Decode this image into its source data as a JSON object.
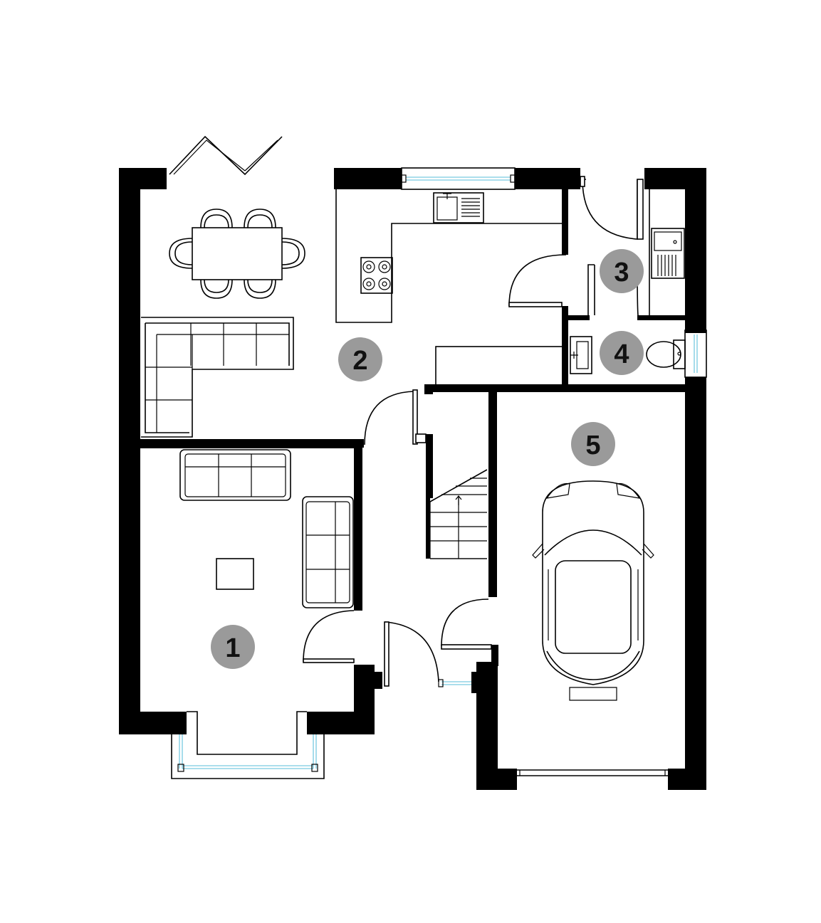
{
  "rooms": [
    {
      "label": "1"
    },
    {
      "label": "2"
    },
    {
      "label": "3"
    },
    {
      "label": "4"
    },
    {
      "label": "5"
    }
  ],
  "colors": {
    "wall": "#000000",
    "badge": "#9a9a9a",
    "badge_text": "#111111",
    "glazing": "#8fd3e6",
    "background": "#ffffff"
  },
  "icons": [
    "dining-table-icon",
    "corner-sofa-icon",
    "kitchen-sink-icon",
    "hob-icon",
    "sofa-icon",
    "armchair-sofa-icon",
    "coffee-table-icon",
    "staircase-icon",
    "utility-sink-icon",
    "basin-icon",
    "toilet-icon",
    "car-icon",
    "bifold-door-icon",
    "garage-door-icon",
    "bay-window-icon"
  ]
}
